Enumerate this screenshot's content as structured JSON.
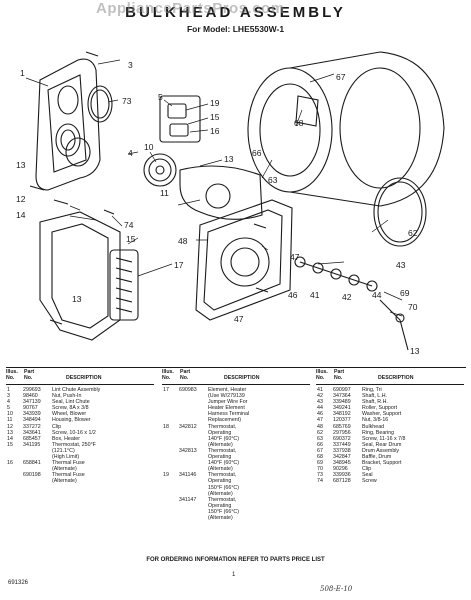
{
  "header": {
    "title": "BULKHEAD ASSEMBLY",
    "subtitle": "For Model: LHE5530W-1",
    "watermark": "AppliancePartsPros.com"
  },
  "diagram": {
    "callouts": [
      "1",
      "3",
      "73",
      "5",
      "19",
      "15",
      "16",
      "10",
      "4",
      "13",
      "13",
      "11",
      "12",
      "14",
      "74",
      "15",
      "17",
      "48",
      "13",
      "67",
      "68",
      "66",
      "63",
      "62",
      "47",
      "43",
      "46",
      "41",
      "44",
      "42",
      "69",
      "70",
      "47",
      "13"
    ]
  },
  "table": {
    "headers": {
      "illus": "Illus. No.",
      "part": "Part No.",
      "description": "DESCRIPTION"
    },
    "columns": [
      [
        {
          "illus": "1",
          "part": "299693",
          "desc": "Lint Chute Assembly"
        },
        {
          "illus": "3",
          "part": "98460",
          "desc": "Nut, Push-In"
        },
        {
          "illus": "4",
          "part": "347139",
          "desc": "Seal, Lint Chute"
        },
        {
          "illus": "5",
          "part": "90767",
          "desc": "Screw, 8A x 3/8"
        },
        {
          "illus": "10",
          "part": "343939",
          "desc": "Wheel, Blower"
        },
        {
          "illus": "11",
          "part": "348494",
          "desc": "Housing, Blower"
        },
        {
          "illus": "12",
          "part": "337272",
          "desc": "Clip"
        },
        {
          "illus": "13",
          "part": "343641",
          "desc": "Screw, 10-16 x 1/2"
        },
        {
          "illus": "14",
          "part": "685457",
          "desc": "Box, Heater"
        },
        {
          "illus": "15",
          "part": "341195",
          "desc": "Thermostat, 250°F"
        },
        {
          "illus": "",
          "part": "",
          "desc": "(121.1°C)"
        },
        {
          "illus": "",
          "part": "",
          "desc": "(High Limit)"
        },
        {
          "illus": "16",
          "part": "658841",
          "desc": "Thermal Fuse"
        },
        {
          "illus": "",
          "part": "",
          "desc": "(Alternate)"
        },
        {
          "illus": "",
          "part": "690198",
          "desc": "Thermal Fuse"
        },
        {
          "illus": "",
          "part": "",
          "desc": "(Alternate)"
        }
      ],
      [
        {
          "illus": "17",
          "part": "690983",
          "desc": "Element, Heater"
        },
        {
          "illus": "",
          "part": "",
          "desc": "(Use W/279139"
        },
        {
          "illus": "",
          "part": "",
          "desc": "Jumper Wire For"
        },
        {
          "illus": "",
          "part": "",
          "desc": "Heater Element"
        },
        {
          "illus": "",
          "part": "",
          "desc": "Harness Terminal"
        },
        {
          "illus": "",
          "part": "",
          "desc": "Replacement)"
        },
        {
          "illus": "18",
          "part": "342812",
          "desc": "Thermostat,"
        },
        {
          "illus": "",
          "part": "",
          "desc": "Operating"
        },
        {
          "illus": "",
          "part": "",
          "desc": "140°F (60°C)"
        },
        {
          "illus": "",
          "part": "",
          "desc": "(Alternate)"
        },
        {
          "illus": "",
          "part": "342813",
          "desc": "Thermostat,"
        },
        {
          "illus": "",
          "part": "",
          "desc": "Operating"
        },
        {
          "illus": "",
          "part": "",
          "desc": "140°F (60°C)"
        },
        {
          "illus": "",
          "part": "",
          "desc": "(Alternate)"
        },
        {
          "illus": "19",
          "part": "341146",
          "desc": "Thermostat,"
        },
        {
          "illus": "",
          "part": "",
          "desc": "Operating"
        },
        {
          "illus": "",
          "part": "",
          "desc": "150°F (66°C)"
        },
        {
          "illus": "",
          "part": "",
          "desc": "(Alternate)"
        },
        {
          "illus": "",
          "part": "341147",
          "desc": "Thermostat,"
        },
        {
          "illus": "",
          "part": "",
          "desc": "Operating"
        },
        {
          "illus": "",
          "part": "",
          "desc": "150°F (66°C)"
        },
        {
          "illus": "",
          "part": "",
          "desc": "(Alternate)"
        }
      ],
      [
        {
          "illus": "41",
          "part": "690997",
          "desc": "Ring, Tri"
        },
        {
          "illus": "42",
          "part": "347364",
          "desc": "Shaft, L.H."
        },
        {
          "illus": "43",
          "part": "339489",
          "desc": "Shaft, R.H."
        },
        {
          "illus": "44",
          "part": "349241",
          "desc": "Roller, Support"
        },
        {
          "illus": "46",
          "part": "348192",
          "desc": "Washer, Support"
        },
        {
          "illus": "47",
          "part": "120377",
          "desc": "Nut, 3/8-16"
        },
        {
          "illus": "48",
          "part": "685769",
          "desc": "Bulkhead"
        },
        {
          "illus": "62",
          "part": "297956",
          "desc": "Ring, Bearing"
        },
        {
          "illus": "63",
          "part": "690372",
          "desc": "Screw, 11-16 x 7/8"
        },
        {
          "illus": "66",
          "part": "337449",
          "desc": "Seal, Rear Drum"
        },
        {
          "illus": "67",
          "part": "337938",
          "desc": "Drum Assembly"
        },
        {
          "illus": "68",
          "part": "342847",
          "desc": "Baffle, Drum"
        },
        {
          "illus": "69",
          "part": "348945",
          "desc": "Bracket, Support"
        },
        {
          "illus": "70",
          "part": "90296",
          "desc": "Clip"
        },
        {
          "illus": "73",
          "part": "339936",
          "desc": "Seal"
        },
        {
          "illus": "74",
          "part": "687128",
          "desc": "Screw"
        }
      ]
    ]
  },
  "footer": {
    "note": "FOR ORDERING INFORMATION REFER TO PARTS PRICE LIST",
    "doc_code": "691326",
    "page": "1",
    "handwriting": "508-E-10"
  }
}
